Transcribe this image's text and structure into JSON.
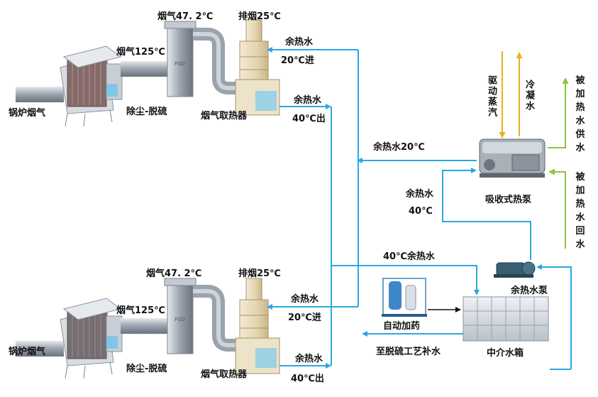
{
  "colors": {
    "water_line": "#29a8e0",
    "steam_line": "#e8b21a",
    "heated_line": "#8cc63f",
    "black_arrow": "#111111"
  },
  "top_unit": {
    "boiler_gas": "锅炉烟气",
    "gas_125": "烟气125℃",
    "gas_47": "烟气47. 2℃",
    "fgd_tag": "FGD",
    "dust_desulf": "除尘-脱硫",
    "exhaust_25": "排烟25℃",
    "gas_exchanger": "烟气取热器",
    "waste_in_label": "余热水",
    "waste_in_temp": "20℃进",
    "waste_out_label": "余热水",
    "waste_out_temp": "40℃出"
  },
  "bottom_unit": {
    "boiler_gas": "锅炉烟气",
    "gas_125": "烟气125℃",
    "gas_47": "烟气47. 2℃",
    "fgd_tag": "FGD",
    "dust_desulf": "除尘-脱硫",
    "exhaust_25": "排烟25℃",
    "gas_exchanger": "烟气取热器",
    "waste_in_label": "余热水",
    "waste_in_temp": "20℃进",
    "waste_out_label": "余热水",
    "waste_out_temp": "40℃出"
  },
  "heat_pump": {
    "name": "吸收式热泵",
    "drive_steam": "驱动蒸汽",
    "condensate": "冷凝水",
    "heated_supply": "被加热水供水",
    "heated_return": "被加热水回水",
    "waste_20": "余热水20℃",
    "waste_in_label": "余热水",
    "waste_in_temp": "40℃"
  },
  "system": {
    "waste_40": "40℃余热水",
    "pump": "余热水泵",
    "dosing": "自动加药",
    "tank": "中介水箱",
    "makeup": "至脱硫工艺补水"
  }
}
